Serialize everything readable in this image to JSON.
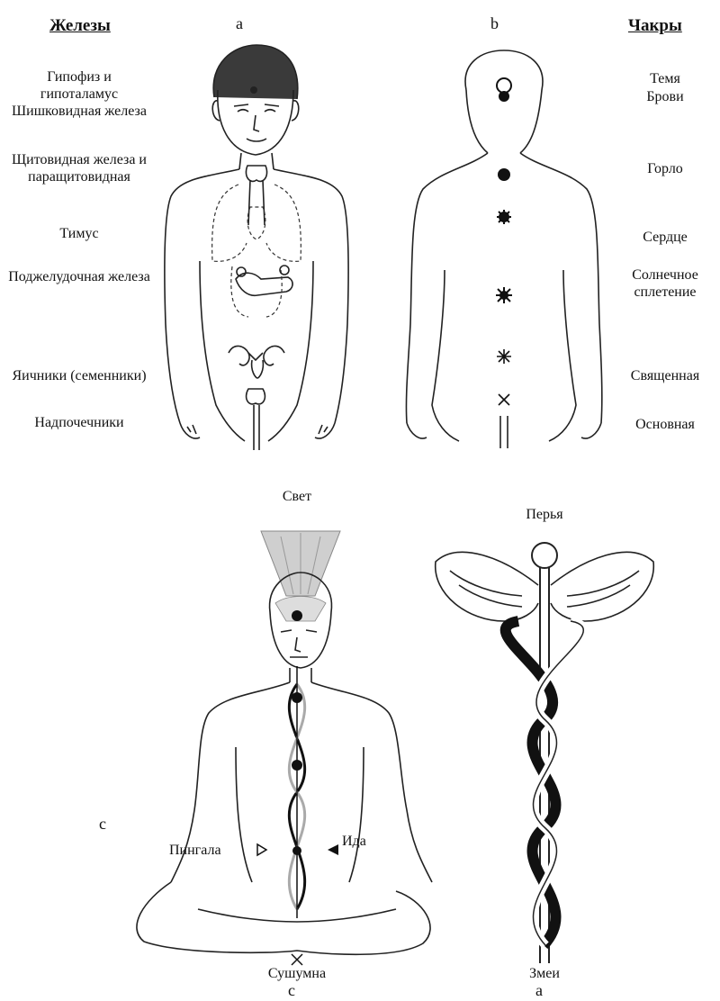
{
  "panel_a": {
    "header": "Железы",
    "letter": "a",
    "labels": [
      "Гипофиз и гипоталамус",
      "Шишковидная железа",
      "Щитовидная железа и паращитовидная",
      "Тимус",
      "Поджелудочная железа",
      "Яичники (семенники)",
      "Надпочечники"
    ]
  },
  "panel_b": {
    "header": "Чакры",
    "letter": "b",
    "labels": [
      "Темя",
      "Брови",
      "Горло",
      "Сердце",
      "Солнечное сплетение",
      "Священная",
      "Основная"
    ]
  },
  "panel_c": {
    "side_letter": "c",
    "bottom_letter": "c",
    "light": "Свет",
    "pingala": "Пингала",
    "ida": "Ида",
    "sushumna": "Сушумна"
  },
  "panel_d": {
    "feathers": "Перья",
    "snakes": "Змеи",
    "letter": "a"
  }
}
